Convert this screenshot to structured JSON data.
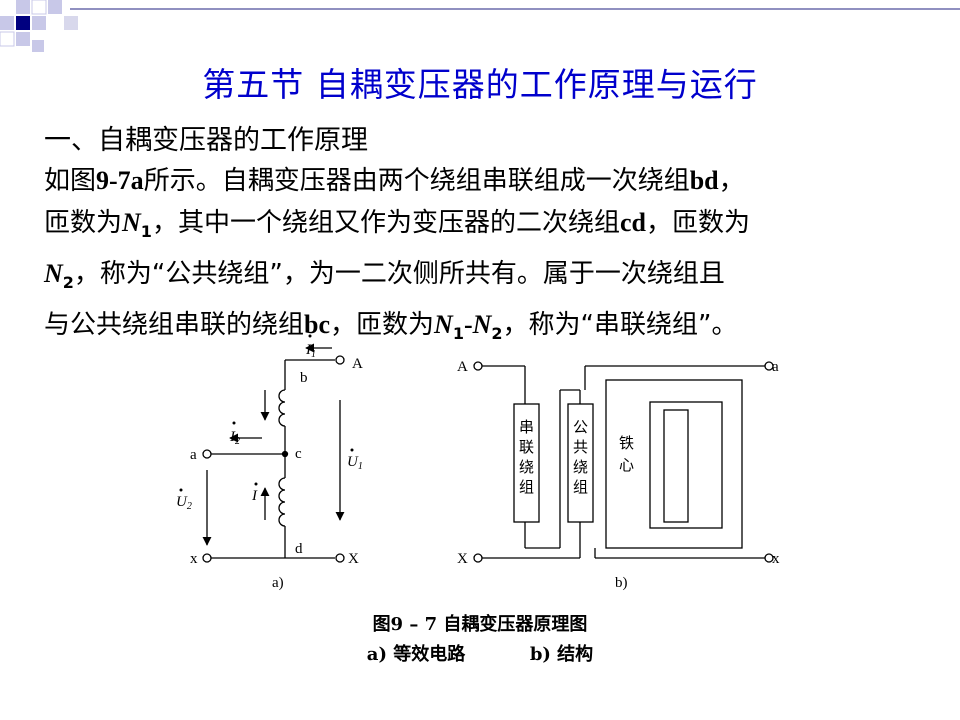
{
  "slide": {
    "title": "第五节 自耦变压器的工作原理与运行",
    "subheading": "一、自耦变压器的工作原理",
    "para": {
      "l1a": "如图",
      "l1b": "9-7a",
      "l1c": "所示。自耦变压器由两个绕组串联组成一次绕组",
      "l1d": "bd",
      "l1e": "，",
      "l2a": "匝数为",
      "l2N": "N",
      "l2s": "1",
      "l2b": "，其中一个绕组又作为变压器的二次绕组",
      "l2c": "cd",
      "l2d": "，匝数为",
      "l3N": "N",
      "l3s": "2",
      "l3b": "，称为“公共绕组”，为一二次侧所共有。属于一次绕组且",
      "l4a": "与公共绕组串联的绕组",
      "l4b": "bc",
      "l4c": "，匝数为",
      "l4N1": "N",
      "l4s1": "1",
      "l4dash": "-",
      "l4N2": "N",
      "l4s2": "2",
      "l4d": "，称为“串联绕组”。"
    }
  },
  "figure_a": {
    "label_b": "b",
    "label_c": "c",
    "label_d": "d",
    "label_A": "A",
    "label_a": "a",
    "label_x": "x",
    "label_X": "X",
    "I1": "I",
    "I1sub": "1",
    "I2": "I",
    "I2sub": "2",
    "I": "I",
    "U1": "U",
    "U1sub": "1",
    "U2": "U",
    "U2sub": "2",
    "tag": "a)"
  },
  "figure_b": {
    "label_A": "A",
    "label_a": "a",
    "label_X": "X",
    "label_x": "x",
    "series_winding": [
      "串",
      "联",
      "绕",
      "组"
    ],
    "common_winding": [
      "公",
      "共",
      "绕",
      "组"
    ],
    "core": [
      "铁",
      "心"
    ],
    "tag": "b)"
  },
  "caption": {
    "line1": "图9 – 7 自耦变压器原理图",
    "line2a": "a) 等效电路",
    "line2b": "b) 结构"
  }
}
